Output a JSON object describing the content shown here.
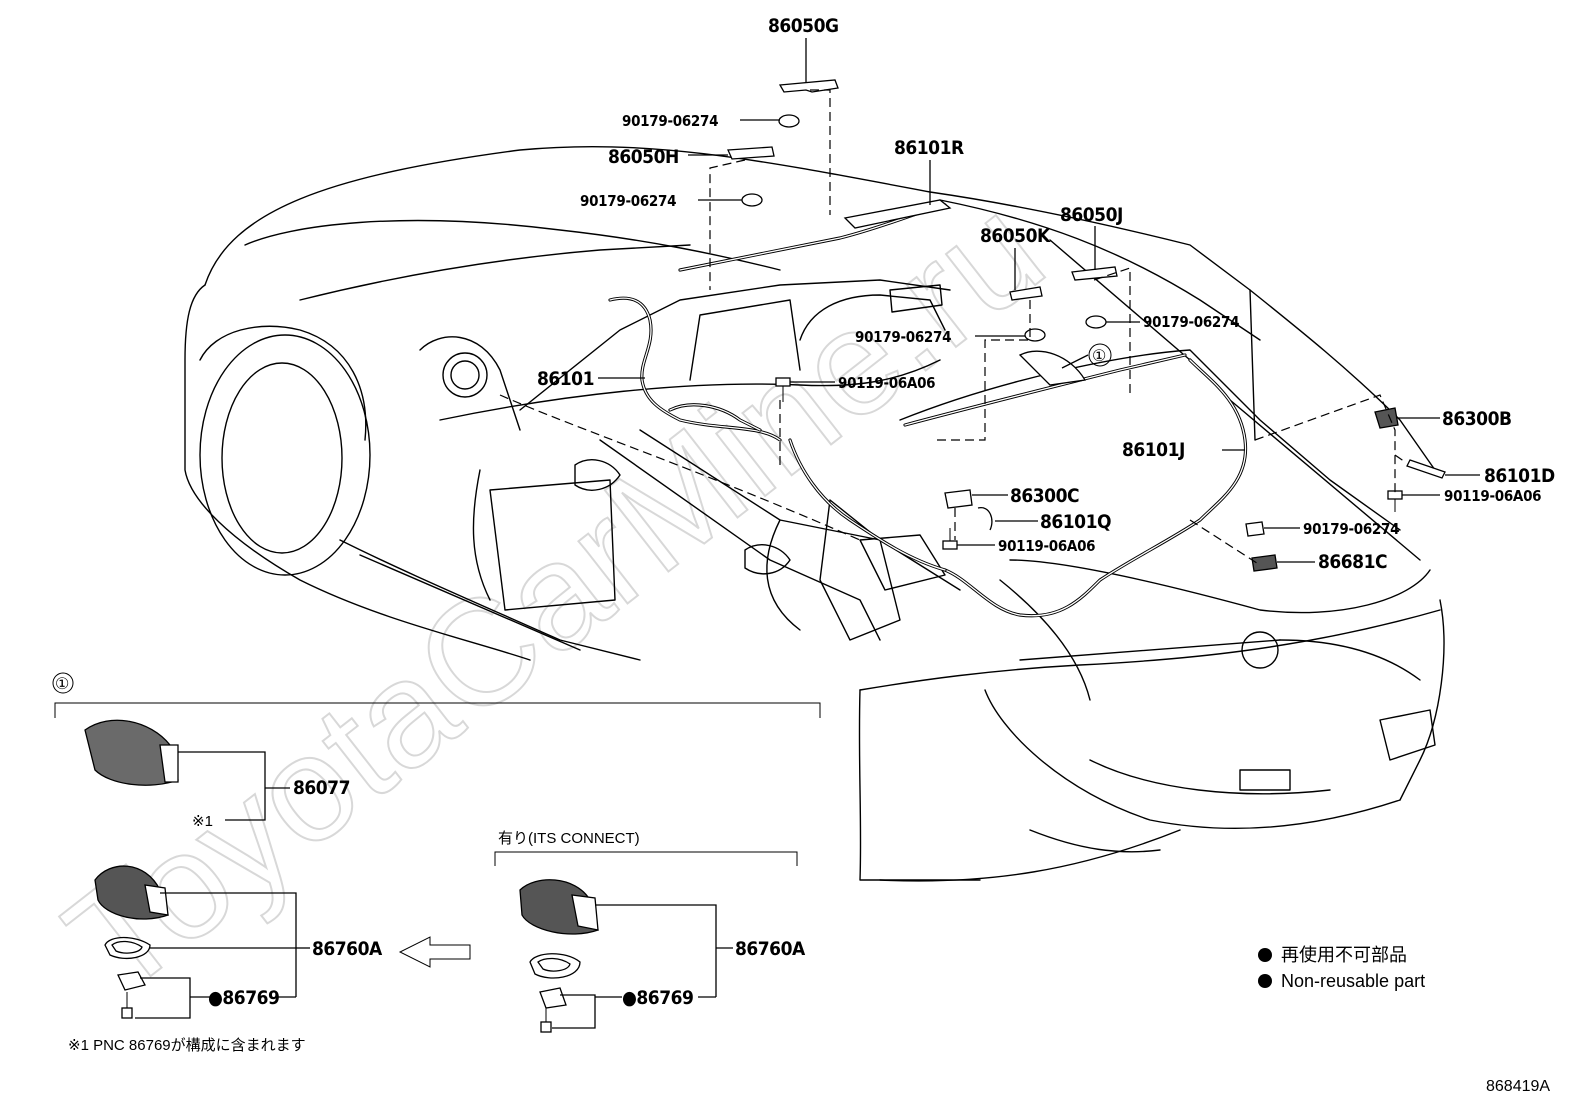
{
  "watermark": "ToyotaCarMine.ru",
  "labels": {
    "p86050G": "86050G",
    "p90179_a": "90179-06274",
    "p86050H": "86050H",
    "p90179_b": "90179-06274",
    "p86101R": "86101R",
    "p86050K": "86050K",
    "p86050J": "86050J",
    "p90179_c": "90179-06274",
    "p90179_d": "90179-06274",
    "p86101": "86101",
    "p90119_a": "90119-06A06",
    "p86300B": "86300B",
    "p86101J": "86101J",
    "p86101D": "86101D",
    "p90119_b": "90119-06A06",
    "p86300C": "86300C",
    "p86101Q": "86101Q",
    "p90179_e": "90179-06274",
    "p90119_c": "90119-06A06",
    "p86681C": "86681C",
    "p86077": "86077",
    "p86760A_l": "86760A",
    "p86769_l": "●86769",
    "p86760A_r": "86760A",
    "p86769_r": "●86769"
  },
  "callout_marker": "①",
  "inset_marker": "①",
  "note_star": "※1",
  "its_label": "有り(ITS CONNECT)",
  "footnote": "※1 PNC 86769が構成に含まれます",
  "legend": {
    "jp": "再使用不可部品",
    "en": "Non-reusable part"
  },
  "diagram_code": "868419A"
}
